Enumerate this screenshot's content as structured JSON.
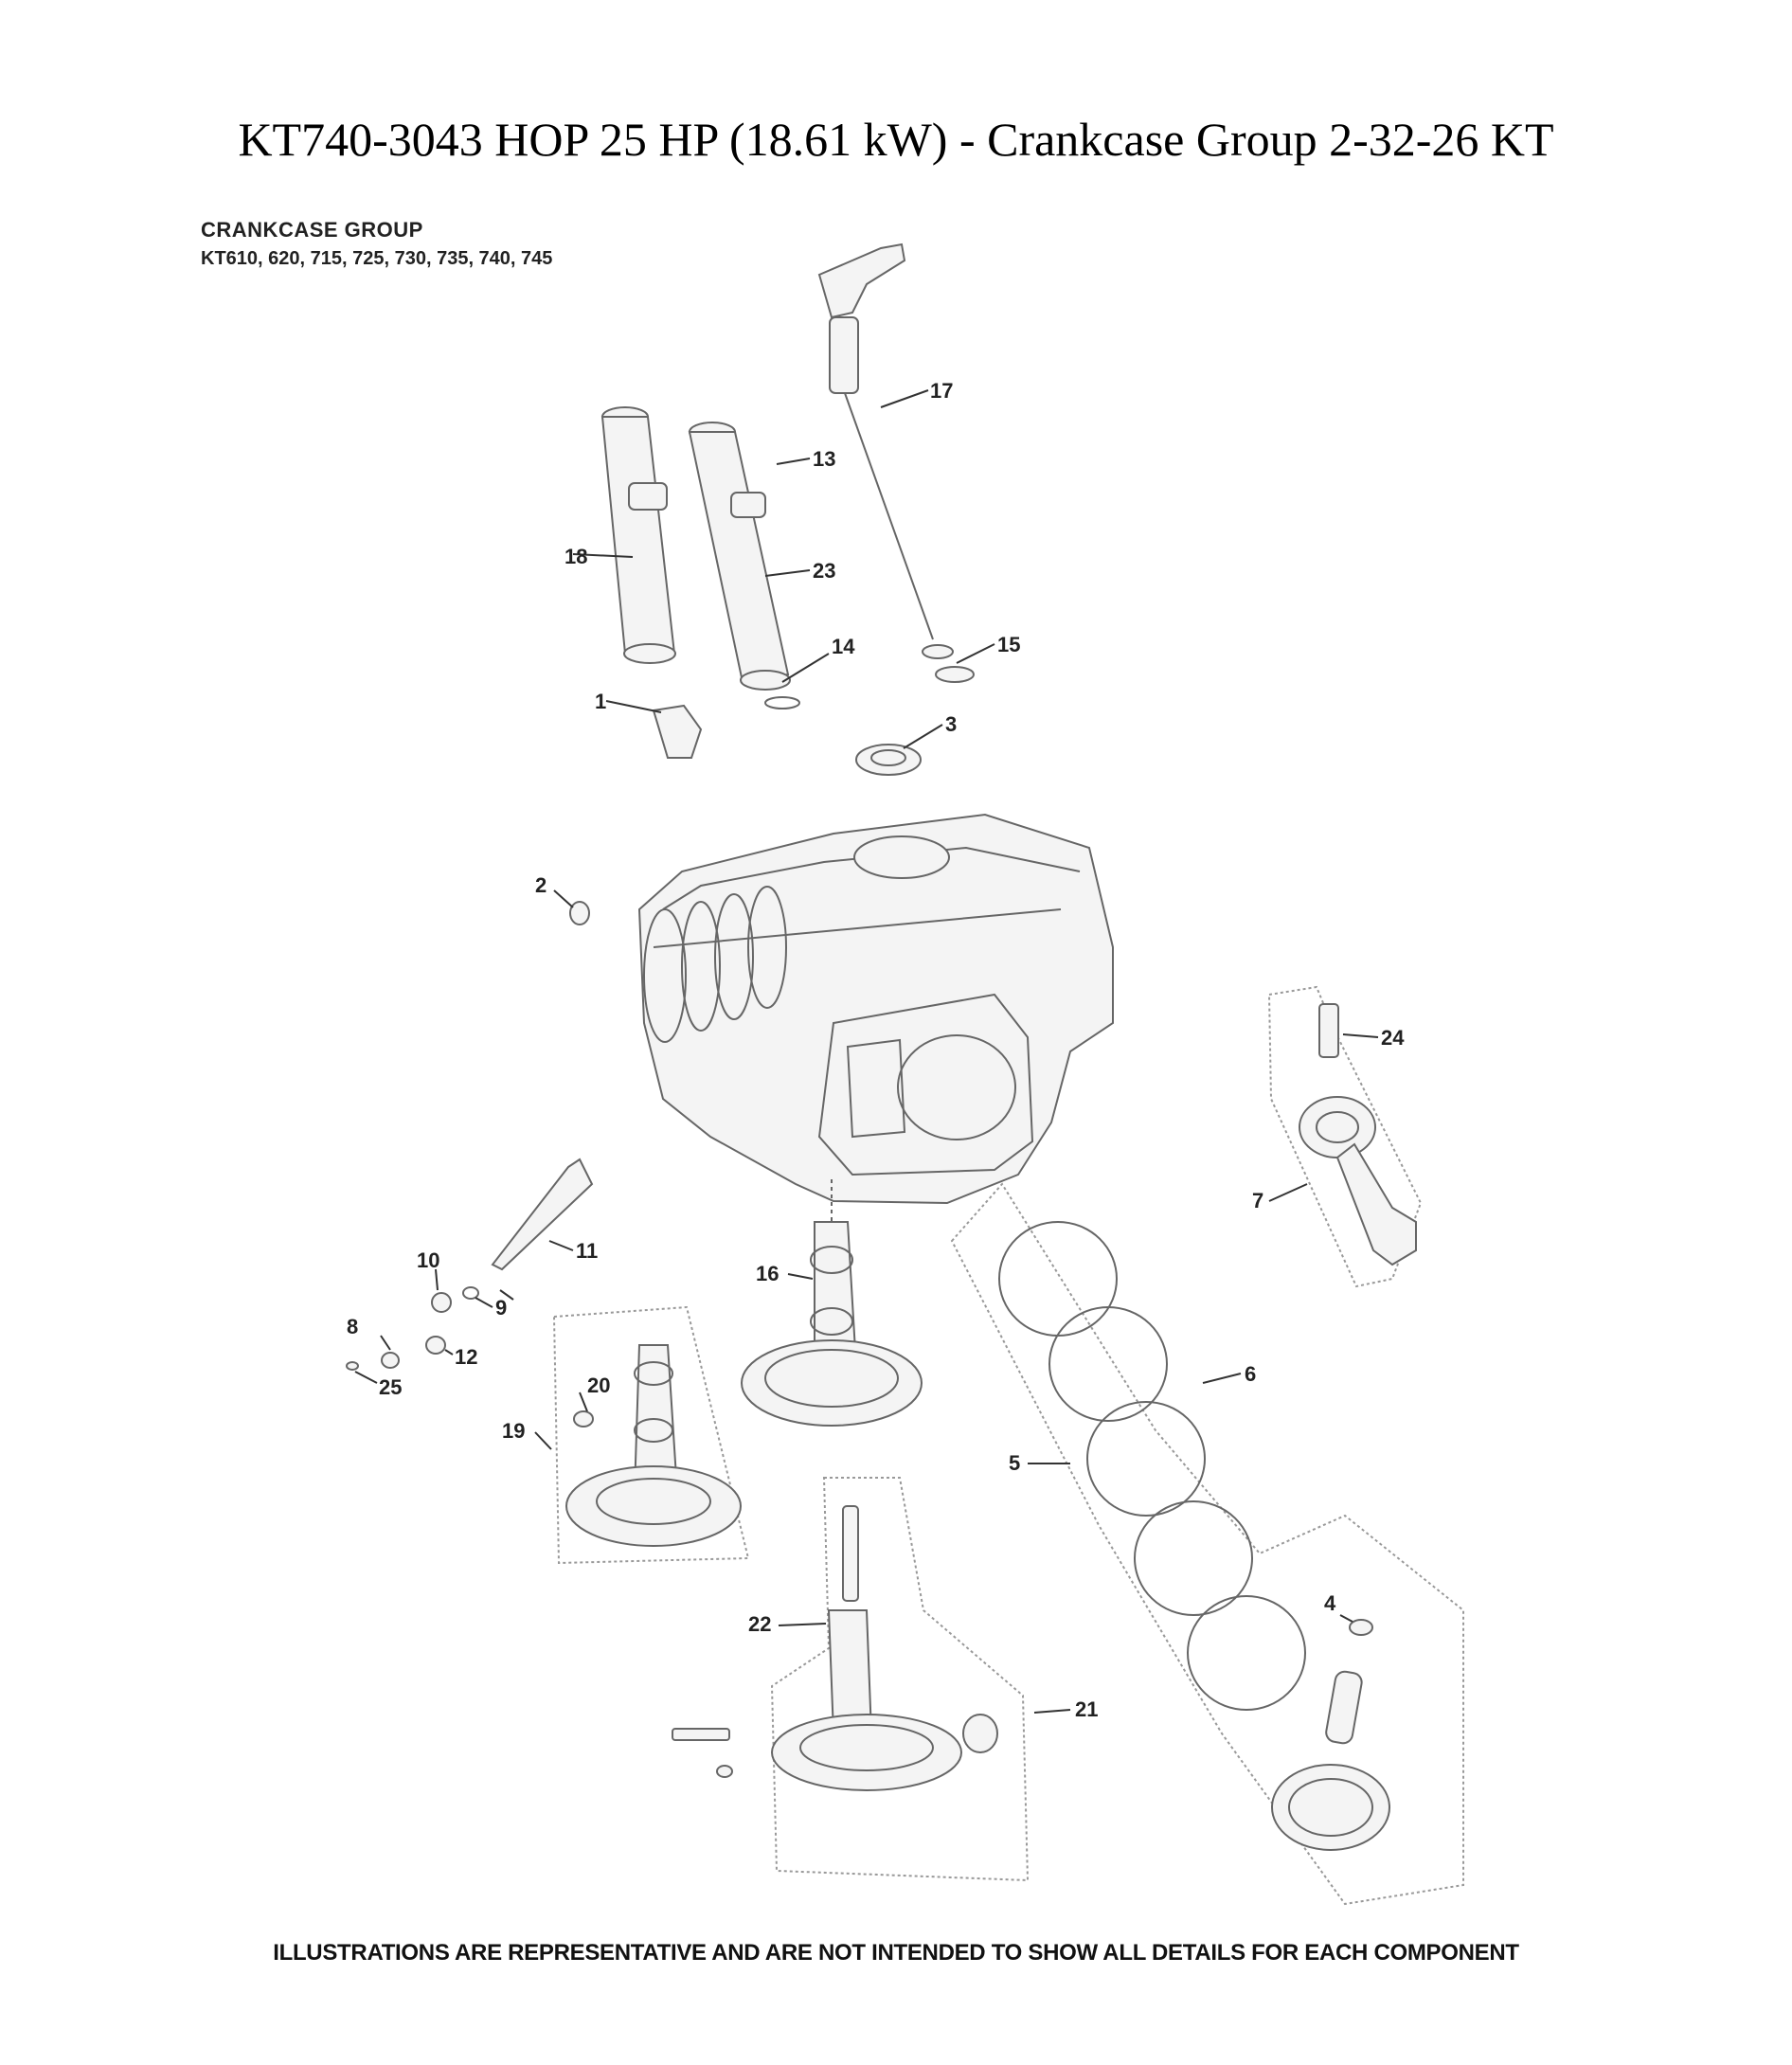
{
  "header": {
    "title": "KT740-3043 HOP 25 HP (18.61 kW) - Crankcase Group 2-32-26 KT",
    "group_title": "CRANKCASE GROUP",
    "models": "KT610, 620, 715, 725, 730, 735, 740, 745"
  },
  "footer": {
    "disclaimer": "ILLUSTRATIONS ARE REPRESENTATIVE AND ARE NOT INTENDED TO SHOW ALL DETAILS FOR EACH COMPONENT"
  },
  "callouts": {
    "c1": "1",
    "c2": "2",
    "c3": "3",
    "c4": "4",
    "c5": "5",
    "c6": "6",
    "c7": "7",
    "c8": "8",
    "c9": "9",
    "c10": "10",
    "c11": "11",
    "c12": "12",
    "c13": "13",
    "c14": "14",
    "c15": "15",
    "c16": "16",
    "c17": "17",
    "c18": "18",
    "c19": "19",
    "c20": "20",
    "c21": "21",
    "c22": "22",
    "c23": "23",
    "c24": "24",
    "c25": "25"
  }
}
